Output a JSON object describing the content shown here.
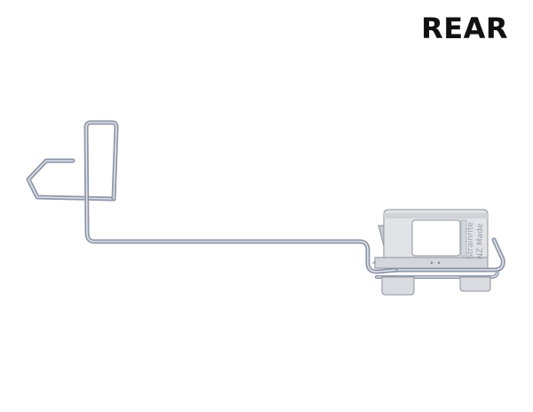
{
  "header": {
    "view_label": "REAR"
  },
  "product": {
    "stamp_line_1": "Strainrite",
    "stamp_line_2": "NZ Made"
  },
  "colors": {
    "wire": "#8e96a8",
    "wire_highlight": "#dfe3ea",
    "clip_body": "#e1e3e7",
    "clip_shade": "#b9bcc3",
    "clip_edge": "#8f939b",
    "label": "#111111"
  }
}
